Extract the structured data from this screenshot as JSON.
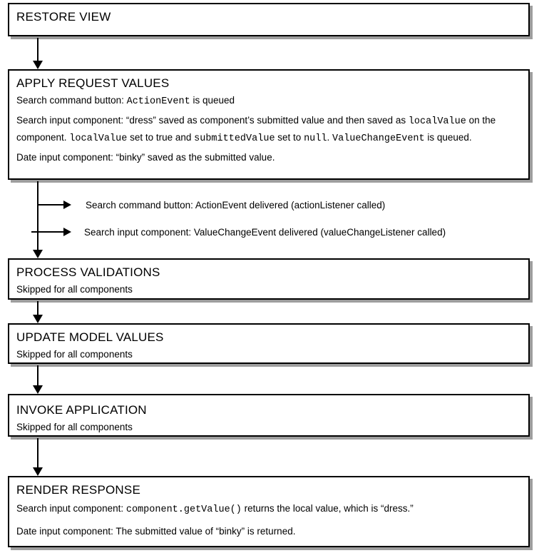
{
  "colors": {
    "background": "#ffffff",
    "box_fill": "#ffffff",
    "box_border": "#000000",
    "box_shadow": "#9e9e9e",
    "text": "#000000"
  },
  "flowchart": {
    "phases": [
      {
        "key": "restore-view",
        "title": "RESTORE VIEW",
        "paragraphs": []
      },
      {
        "key": "apply-request-values",
        "title": "APPLY REQUEST VALUES",
        "paragraphs": [
          [
            {
              "text": "Search command button: "
            },
            {
              "text": "ActionEvent",
              "mono": true
            },
            {
              "text": " is queued"
            }
          ],
          [
            {
              "text": "Search input component: “dress” saved as component’s submitted value and then saved as "
            },
            {
              "text": "localValue",
              "mono": true
            },
            {
              "text": " on the component. "
            },
            {
              "text": "localValue",
              "mono": true
            },
            {
              "text": " set to true and "
            },
            {
              "text": "submittedValue",
              "mono": true
            },
            {
              "text": " set to "
            },
            {
              "text": "null",
              "mono": true
            },
            {
              "text": ". "
            },
            {
              "text": "ValueChangeEvent",
              "mono": true
            },
            {
              "text": " is queued."
            }
          ],
          [
            {
              "text": "Date input component: “binky” saved as the submitted value."
            }
          ]
        ]
      },
      {
        "key": "process-validations",
        "title": "PROCESS VALIDATIONS",
        "paragraphs": [
          [
            {
              "text": "Skipped for all components"
            }
          ]
        ]
      },
      {
        "key": "update-model-values",
        "title": "UPDATE MODEL VALUES",
        "paragraphs": [
          [
            {
              "text": "Skipped for all components"
            }
          ]
        ]
      },
      {
        "key": "invoke-application",
        "title": "INVOKE APPLICATION",
        "paragraphs": [
          [
            {
              "text": "Skipped for all components"
            }
          ]
        ]
      },
      {
        "key": "render-response",
        "title": "RENDER RESPONSE",
        "paragraphs": [
          [
            {
              "text": "Search input component: "
            },
            {
              "text": "component.getValue()",
              "mono": true
            },
            {
              "text": " returns the local value, which is “dress.”"
            }
          ],
          [
            {
              "text": "Date input component: The submitted value of “binky” is returned."
            }
          ]
        ]
      }
    ],
    "event_deliveries": [
      {
        "label": "Search command button: ActionEvent delivered (actionListener called)"
      },
      {
        "label": "Search input component: ValueChangeEvent delivered (valueChangeListener called)"
      }
    ]
  }
}
